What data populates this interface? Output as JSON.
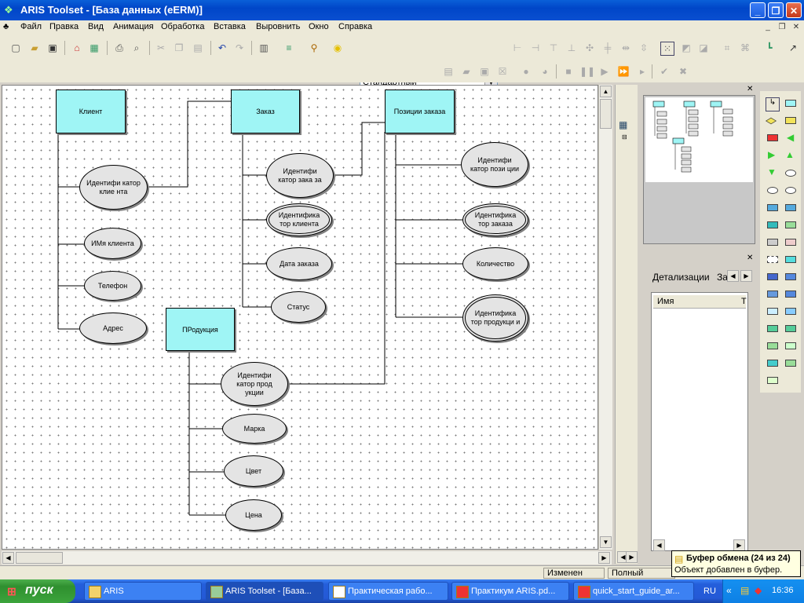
{
  "window": {
    "title": "ARIS Toolset - [База данных (eERM)]"
  },
  "menu": [
    "Файл",
    "Правка",
    "Вид",
    "Анимация",
    "Обработка",
    "Вставка",
    "Выровнить",
    "Окно",
    "Справка"
  ],
  "toolbar": {
    "style_combo": "Стандартный"
  },
  "diagram": {
    "entities": {
      "client": "Клиент",
      "order": "Заказ",
      "positions": "Позиции заказа",
      "product": "ПРодукция"
    },
    "attributes": {
      "client_id": "Идентифи катор клие нта",
      "client_name": "ИМя клиента",
      "phone": "Телефон",
      "address": "Адрес",
      "order_id": "Идентифи катор зака за",
      "order_client_id": "Идентифика тор клиента",
      "order_date": "Дата заказа",
      "status": "Статус",
      "pos_id": "Идентифи катор пози ции",
      "pos_order_id": "Идентифика тор заказа",
      "quantity": "Количество",
      "pos_product_id": "Идентифика тор продукци и",
      "product_id": "Идентифи катор прод укции",
      "brand": "Марка",
      "color": "Цвет",
      "price": "Цена"
    }
  },
  "panels": {
    "details_tab": "Детализации",
    "details_tab2": "За",
    "column_name": "Имя",
    "column_t": "Т"
  },
  "status": {
    "changed": "Изменен",
    "filter": "Полный фильтр"
  },
  "balloon": {
    "title": "Буфер обмена (24 из 24)",
    "text": "Объект добавлен в буфер."
  },
  "taskbar": {
    "start": "пуск",
    "tasks": [
      "ARIS",
      "ARIS Toolset - [База...",
      "Практическая рабо...",
      "Практикум ARIS.pd...",
      "quick_start_guide_ar..."
    ],
    "lang": "RU",
    "clock": "16:36"
  },
  "colors": {
    "entity_fill": "#9ff5f5",
    "attribute_fill": "#e4e4e4",
    "titlebar": "#0046c8"
  }
}
